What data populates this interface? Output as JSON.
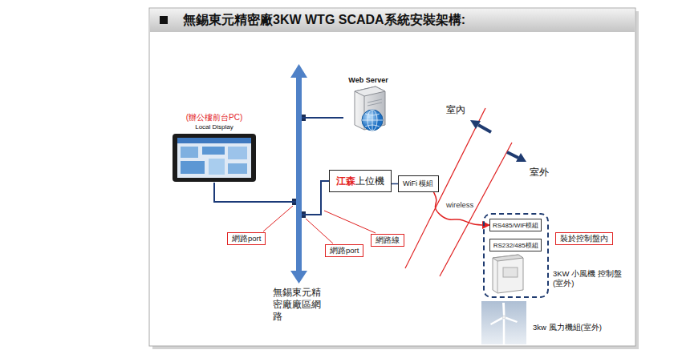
{
  "diagram": {
    "title": "無錫東元精密廠3KW WTG SCADA系統安裝架構:",
    "nodes": [
      {
        "text": [
          "Web Server"
        ]
      },
      {
        "text": [
          "(辦公樓前台PC)",
          "Local Display"
        ]
      },
      {
        "text": [
          "江森",
          "上位機"
        ]
      },
      {
        "text": [
          "WiFi 模組"
        ]
      },
      {
        "text": [
          "3KW 小風機 控制盤 (室外)"
        ]
      },
      {
        "text": [
          "RS485/WIF模組"
        ],
        "in": 4
      },
      {
        "text": [
          "RS232/485模組"
        ],
        "in": 4
      },
      {
        "text": [
          "裝於控制盤內"
        ]
      },
      {
        "text": [
          "網路port"
        ]
      },
      {
        "text": [
          "網路線"
        ]
      },
      {
        "text": [
          "網路port"
        ]
      },
      {
        "text": [
          "無錫東元精密廠廠區網路"
        ]
      }
    ],
    "edges": [
      {
        "from": 11,
        "to": 0,
        "arrow": "none"
      },
      {
        "from": 1,
        "to": 11,
        "arrow": "none"
      },
      {
        "from": 11,
        "to": 2,
        "arrow": "none"
      },
      {
        "from": 2,
        "to": 3,
        "arrow": "none"
      },
      {
        "from": 3,
        "to": 5,
        "arrow": "to",
        "label": "wireless"
      }
    ],
    "labels": [
      "室內",
      "室外",
      "3kw 風力機組(室外)"
    ]
  }
}
